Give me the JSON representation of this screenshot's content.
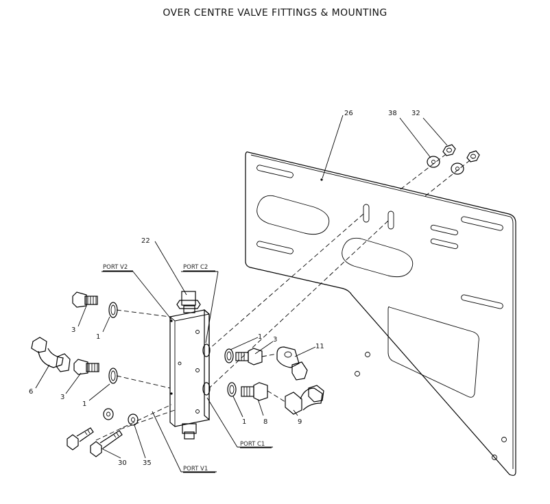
{
  "title": "OVER CENTRE VALVE FITTINGS & MOUNTING",
  "callouts": {
    "c26": "26",
    "c38": "38",
    "c32": "32",
    "c22": "22",
    "c3a": "3",
    "c1a": "1",
    "c1b": "1",
    "c3b": "3",
    "c11": "11",
    "c6": "6",
    "c3c": "3",
    "c1c": "1",
    "c1d": "1",
    "c8": "8",
    "c9": "9",
    "c30": "30",
    "c35": "35"
  },
  "ports": {
    "v2": "PORT V2",
    "c2": "PORT C2",
    "c1": "PORT C1",
    "v1": "PORT V1"
  }
}
